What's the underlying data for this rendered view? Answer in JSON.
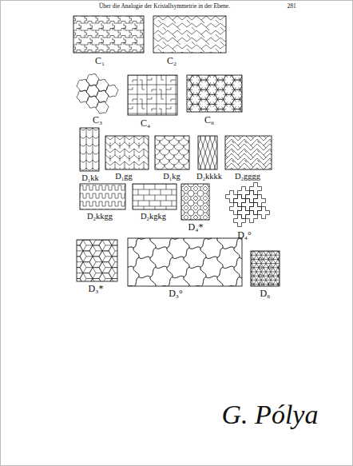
{
  "diagram": {
    "labels": [
      "Über die Analogie der Kristallsymmetrie in der Ebene.",
      "281",
      "C₁",
      "C₂",
      "C₃",
      "C₄",
      "C₆",
      "D₁kk",
      "D₁gg",
      "D₁kg",
      "D₂kkkk",
      "D₂gggg",
      "D₂kkgg",
      "D₂kgkg",
      "D₄*",
      "D₄°",
      "D₃*",
      "D₃°",
      "D₆",
      "G. Pólya"
    ]
  }
}
